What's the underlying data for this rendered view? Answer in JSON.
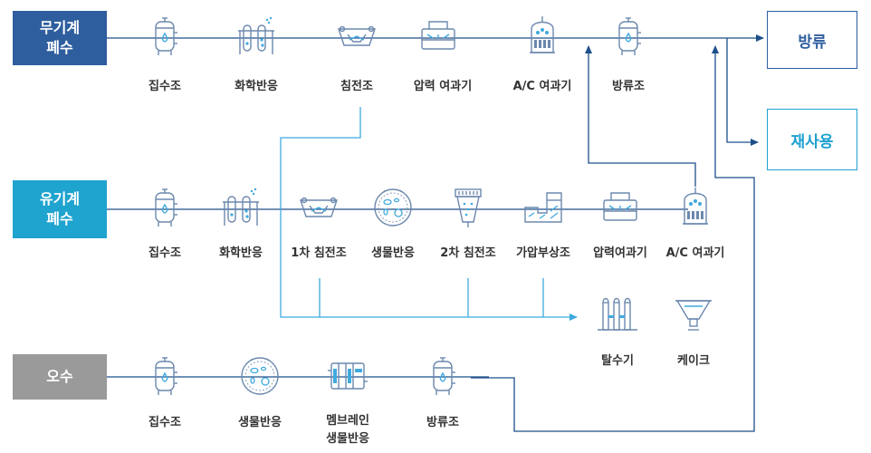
{
  "sources": {
    "inorganic": "무기계\n폐수",
    "organic": "유기계\n폐수",
    "sewage": "오수"
  },
  "destinations": {
    "discharge": "방류",
    "reuse": "재사용"
  },
  "row1_labels": [
    "집수조",
    "화학반응",
    "침전조",
    "압력 여과기",
    "A/C 여과기",
    "방류조"
  ],
  "row2_labels": [
    "집수조",
    "화학반응",
    "1차 침전조",
    "생물반응",
    "2차 침전조",
    "가압부상조",
    "압력여과기",
    "A/C 여과기"
  ],
  "row3_labels": [
    "집수조",
    "생물반응",
    "멤브레인\n생물반응",
    "방류조"
  ],
  "sludge_labels": [
    "탈수기",
    "케이크"
  ],
  "colors": {
    "inorganic": "#2f5e9e",
    "organic": "#1fa3cf",
    "sewage": "#9a9a9a",
    "line": "#1e4f8a",
    "reuse_text": "#1c9fd0",
    "discharge_text": "#2f5e9e",
    "icon_stroke": "#6c88ad",
    "icon_accent": "#3fa9de"
  }
}
